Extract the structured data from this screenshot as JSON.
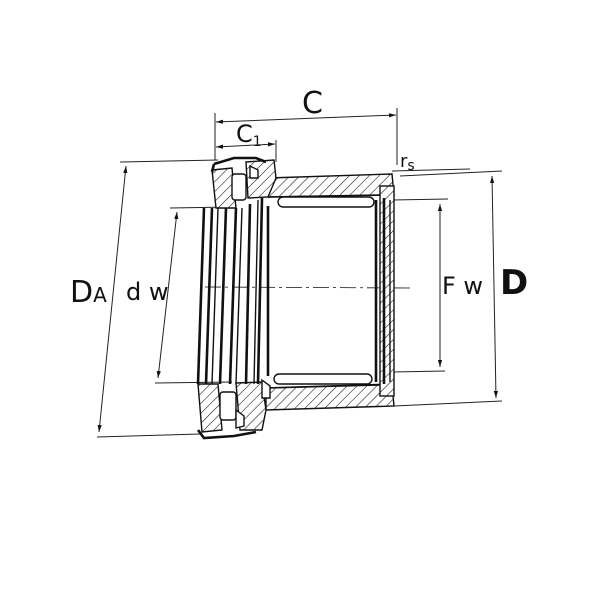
{
  "labels": {
    "C": "C",
    "C1_main": "C",
    "C1_sub": "1",
    "rs_main": "r",
    "rs_sub": "s",
    "DA_main": "D",
    "DA_sub": "A",
    "dw": "d w",
    "Fw": "F w",
    "D": "D"
  }
}
